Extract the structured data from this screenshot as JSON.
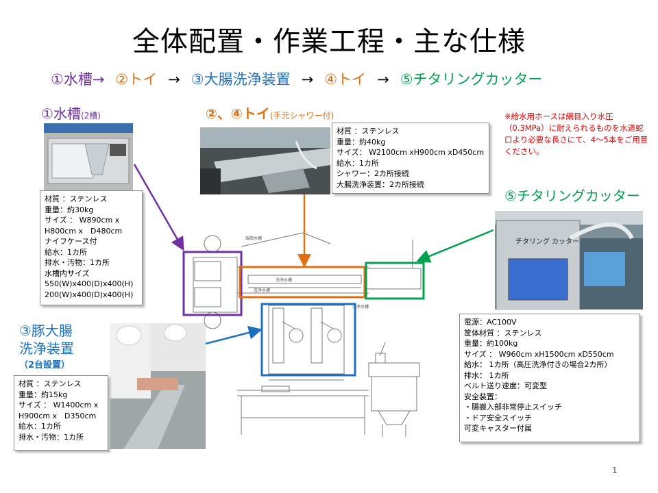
{
  "title": "全体配置・作業工程・主な仕様",
  "flow": [
    {
      "text": "①水槽→",
      "color": "#7030a0"
    },
    {
      "text": "②トイ",
      "color": "#e07010"
    },
    {
      "text": "→",
      "color": "#000000"
    },
    {
      "text": "③大腸洗浄装置",
      "color": "#1f6fbf"
    },
    {
      "text": "→",
      "color": "#000000"
    },
    {
      "text": "④トイ",
      "color": "#e07010"
    },
    {
      "text": "→",
      "color": "#000000"
    },
    {
      "text": "⑤チタリングカッター",
      "color": "#00a050"
    }
  ],
  "tank": {
    "heading": "①水槽",
    "heading_sub": "(2槽)",
    "specs": [
      "材質 ：ステンレス",
      "重量：約30kg",
      "サイズ ： W890cm x",
      "H800cm x　D480cm",
      "ナイフケース付",
      "給水：1カ所",
      "排水・汚物：1カ所",
      "水槽内サイズ",
      "550(W)x400(D)x400(H)",
      "200(W)x400(D)x400(H)"
    ]
  },
  "trough": {
    "heading": "②、④トイ",
    "heading_sub": "(手元シャワー付)",
    "specs": [
      "材質 ：ステンレス",
      "重量：約40kg",
      "サイズ： W2100cm xH900cm xD450cm",
      "給水：1カ所",
      "シャワー：2カ所接続",
      "大腸洗浄装置：2カ所接続"
    ]
  },
  "note": "※給水用ホースは網目入り水圧（0.3MPa）に耐えられるものを水道蛇口より必要な長さにて、4～5本をご用意ください。",
  "cutter": {
    "heading": "⑤チタリングカッター",
    "photo_label": "チタリング カッター",
    "specs": [
      "電源：AC100V",
      "筐体材質 ：ステンレス",
      "重量：約100kg",
      "サイズ ： W960cm xH1500cm xD550cm",
      "給水： 1カ所（高圧洗浄付きの場合2カ所）",
      "排水： 1カ所",
      "ベルト送り速度：可変型",
      "安全装置：",
      "・腸搬入部非常停止スイッチ",
      "・ドア安全スイッチ",
      "可変キャスター付属"
    ]
  },
  "washer": {
    "heading_line1": "③豚大腸",
    "heading_line2": "洗浄装置",
    "heading_sub": "（2台設置）",
    "specs": [
      "材質 ：ステンレス",
      "重量：約15kg",
      "サイズ ： W1400cm x",
      "H900cm x　D350cm",
      "給水：1カ所",
      "排水・汚物：1カ所"
    ]
  },
  "drawing_labels": {
    "top": "端部水槽",
    "trough_label": "洗浄水槽",
    "side": "洗浄水槽",
    "washer": "洗浄水槽"
  },
  "page_number": "1",
  "colors": {
    "purple": "#7030a0",
    "orange": "#e07010",
    "blue": "#1f6fbf",
    "green": "#00a050",
    "note": "#e00000"
  }
}
